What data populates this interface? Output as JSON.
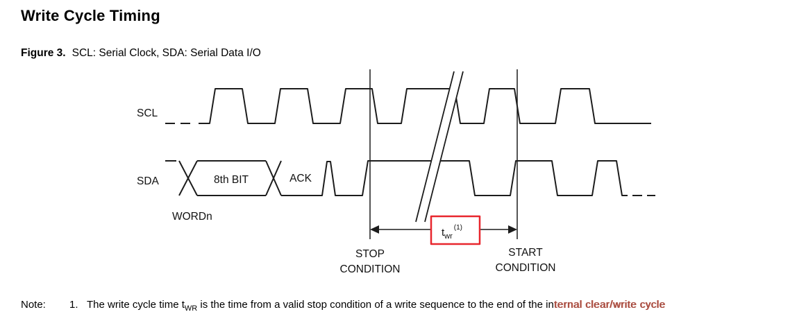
{
  "page": {
    "title": "Write Cycle Timing",
    "figure_label": "Figure 3.",
    "figure_caption": "SCL: Serial Clock, SDA: Serial Data I/O"
  },
  "diagram": {
    "scl_label": "SCL",
    "sda_label": "SDA",
    "word_label": "WORDn",
    "bit8_label": "8th BIT",
    "ack_label": "ACK",
    "stop_line1": "STOP",
    "stop_line2": "CONDITION",
    "start_line1": "START",
    "start_line2": "CONDITION",
    "twr_base": "t",
    "twr_sub": "wr",
    "twr_sup": "(1)",
    "highlight_color": "#e8262d",
    "line_color": "#1c1c1c"
  },
  "note": {
    "label": "Note:",
    "number": "1.",
    "text_before_sub": "The write cycle time t",
    "sub": "WR",
    "text_after_sub": " is the time from a valid stop condition of a write sequence to the end of the in",
    "text_tail": "ternal clear/write cycle",
    "tail_color": "#a0463c"
  }
}
